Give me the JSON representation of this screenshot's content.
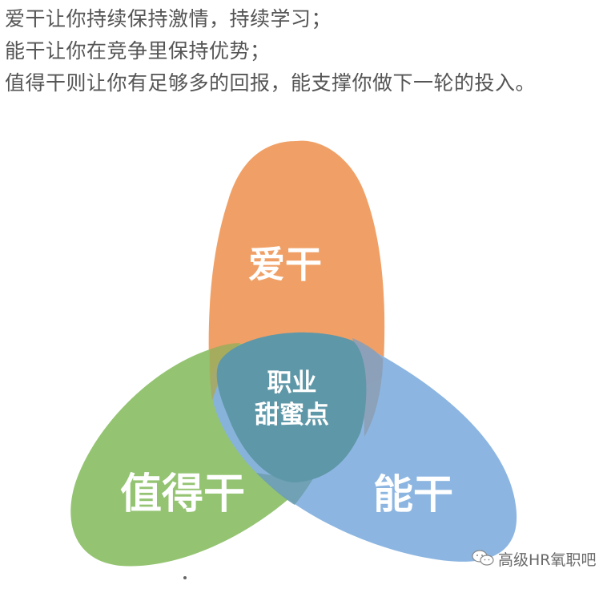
{
  "intro": {
    "lines": [
      "爱干让你持续保持激情，持续学习；",
      "能干让你在竞争里保持优势；",
      "值得干则让你有足够多的回报，能支撑你做下一轮的投入。"
    ]
  },
  "diagram": {
    "type": "venn",
    "sets": [
      {
        "label": "爱干",
        "color": "#F0A066",
        "position": "top"
      },
      {
        "label": "值得干",
        "color": "#8EC16A",
        "position": "bottom-left"
      },
      {
        "label": "能干",
        "color": "#86B2DF",
        "position": "bottom-right"
      }
    ],
    "center": {
      "line1": "职业",
      "line2": "甜蜜点",
      "color": "#5E97A8"
    }
  },
  "watermark": {
    "icon": "wechat-icon",
    "text": "高级HR氧职吧"
  }
}
